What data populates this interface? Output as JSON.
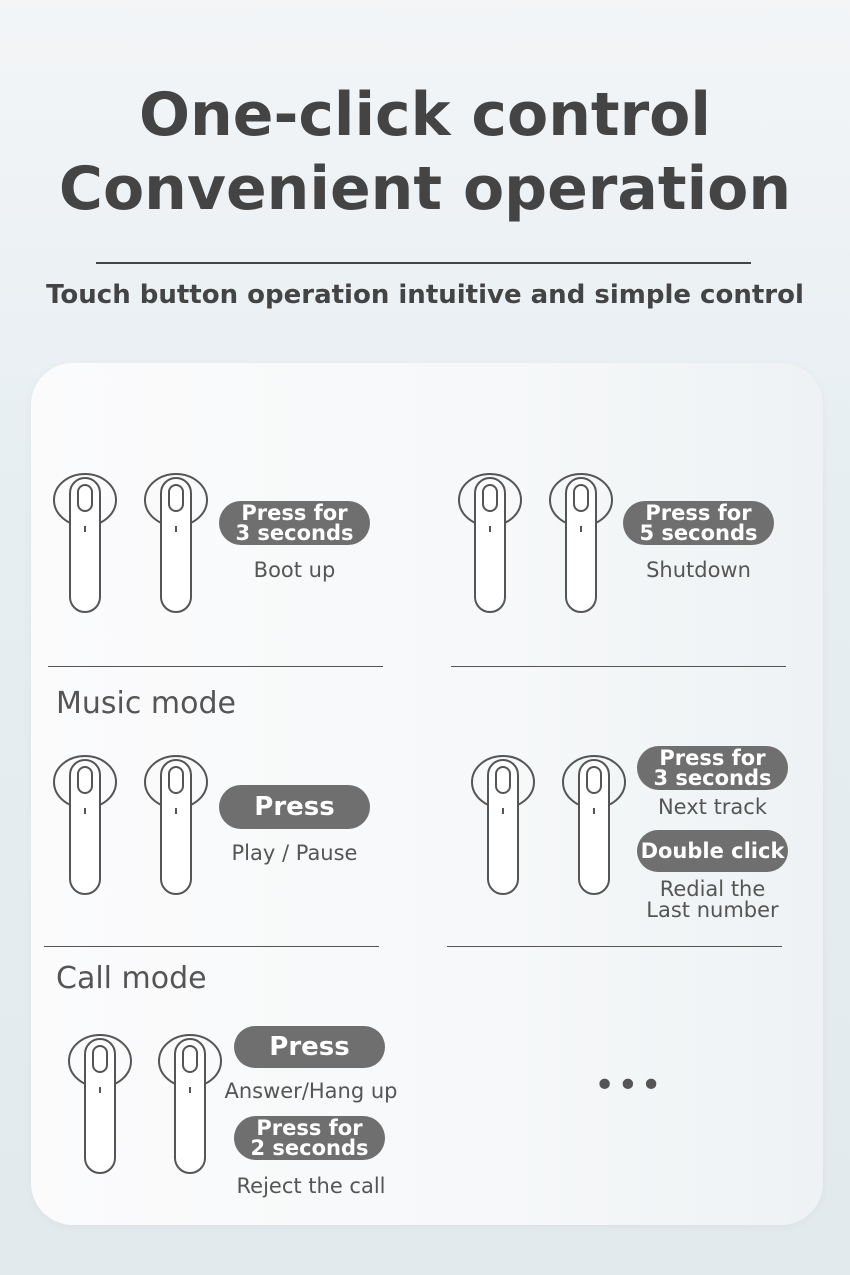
{
  "header": {
    "title_line1": "One-click control",
    "title_line2": "Convenient operation",
    "subtitle": "Touch button operation intuitive and simple control"
  },
  "power": {
    "boot": {
      "pill_line1": "Press for",
      "pill_line2": "3 seconds",
      "caption": "Boot up"
    },
    "shutdown": {
      "pill_line1": "Press for",
      "pill_line2": "5 seconds",
      "caption": "Shutdown"
    }
  },
  "music": {
    "label": "Music mode",
    "play": {
      "pill": "Press",
      "caption": "Play / Pause"
    },
    "next": {
      "pill_line1": "Press for",
      "pill_line2": "3 seconds",
      "caption": "Next track"
    },
    "redial": {
      "pill": "Double click",
      "caption_line1": "Redial the",
      "caption_line2": "Last number"
    }
  },
  "call": {
    "label": "Call mode",
    "answer": {
      "pill": "Press",
      "caption": "Answer/Hang up"
    },
    "reject": {
      "pill_line1": "Press for",
      "pill_line2": "2 seconds",
      "caption": "Reject the call"
    }
  },
  "more": {
    "dots": "•••"
  },
  "colors": {
    "pill": "#6f6f6f",
    "text": "#444444"
  },
  "icons": [
    "earbud-icon",
    "ellipsis-icon"
  ]
}
